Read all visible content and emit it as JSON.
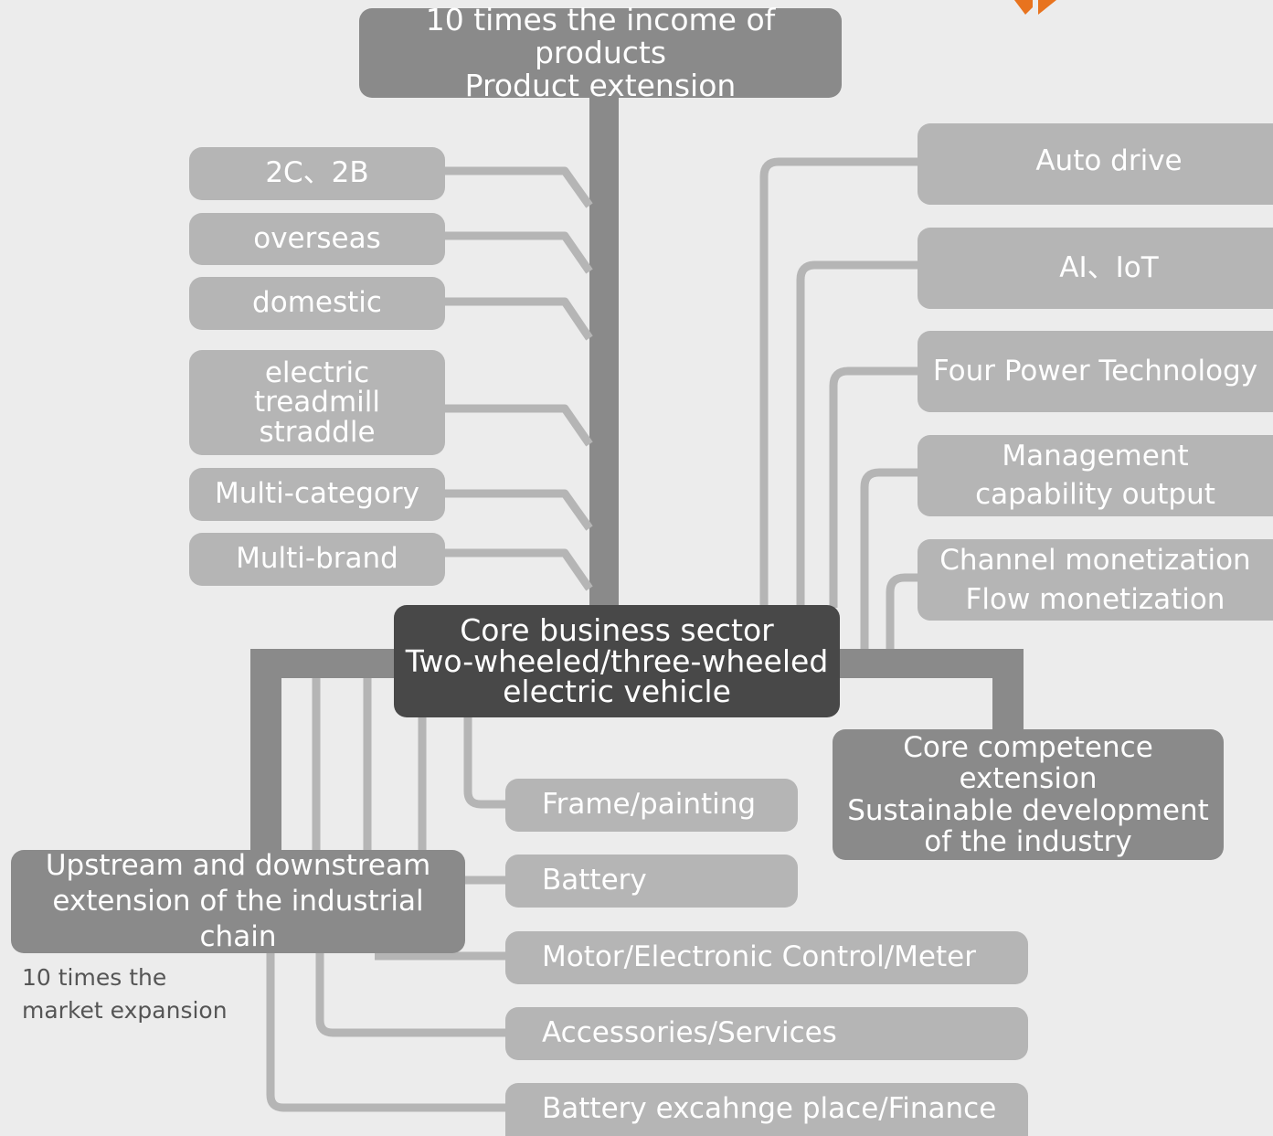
{
  "top_node": {
    "label": "10 times the income of products\nProduct extension"
  },
  "core_node": {
    "label": "Core business sector\nTwo-wheeled/three-wheeled\nelectric vehicle"
  },
  "left_branch": [
    "2C、2B",
    "overseas",
    "domestic",
    "electric\ntreadmill\nstraddle",
    "Multi-category",
    "Multi-brand"
  ],
  "right_branch": [
    "Auto drive",
    "AI、IoT",
    "Four Power Technology",
    "Management\ncapability output",
    "Channel monetization\nFlow monetization"
  ],
  "competence_node": {
    "label": "Core competence extension\nSustainable development\nof the industry"
  },
  "chain_node": {
    "label": "Upstream and downstream\nextension of the industrial chain"
  },
  "chain_items": [
    "Frame/painting",
    "Battery",
    "Motor/Electronic Control/Meter",
    "Accessories/Services",
    "Battery excahnge place/Finance"
  ],
  "market_note": "10 times the\nmarket expansion",
  "colors": {
    "background": "#ececec",
    "leaf_box": "#b5b5b5",
    "branch_box": "#8a8a8a",
    "core_box": "#484848",
    "connector": "#8a8a8a",
    "thin_connector": "#b5b5b5",
    "logo_accent": "#e8731e"
  }
}
